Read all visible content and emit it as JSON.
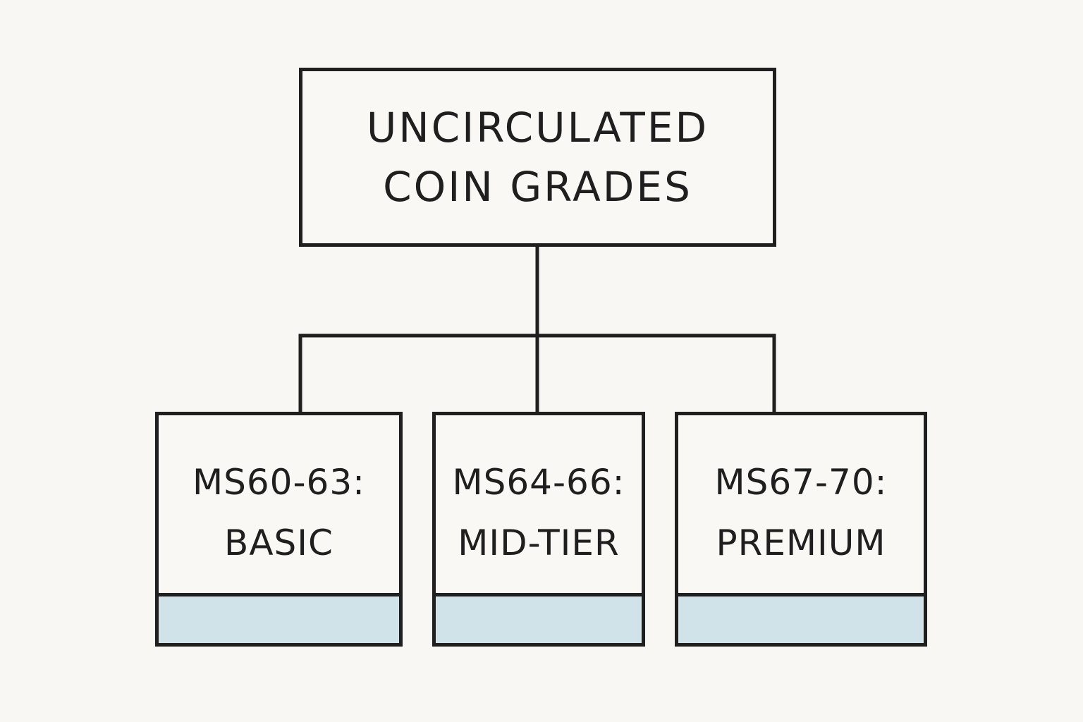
{
  "diagram": {
    "root": {
      "lines": [
        "UNCIRCULATED",
        "COIN GRADES"
      ]
    },
    "children": [
      {
        "lines": [
          "MS60-63:",
          "BASIC"
        ]
      },
      {
        "lines": [
          "MS64-66:",
          "MID-TIER"
        ]
      },
      {
        "lines": [
          "MS67-70:",
          "PREMIUM"
        ]
      }
    ]
  },
  "colors": {
    "background": "#f9f7f3",
    "stroke": "#1f1f1f",
    "accent_band": "#cfe3e8"
  }
}
